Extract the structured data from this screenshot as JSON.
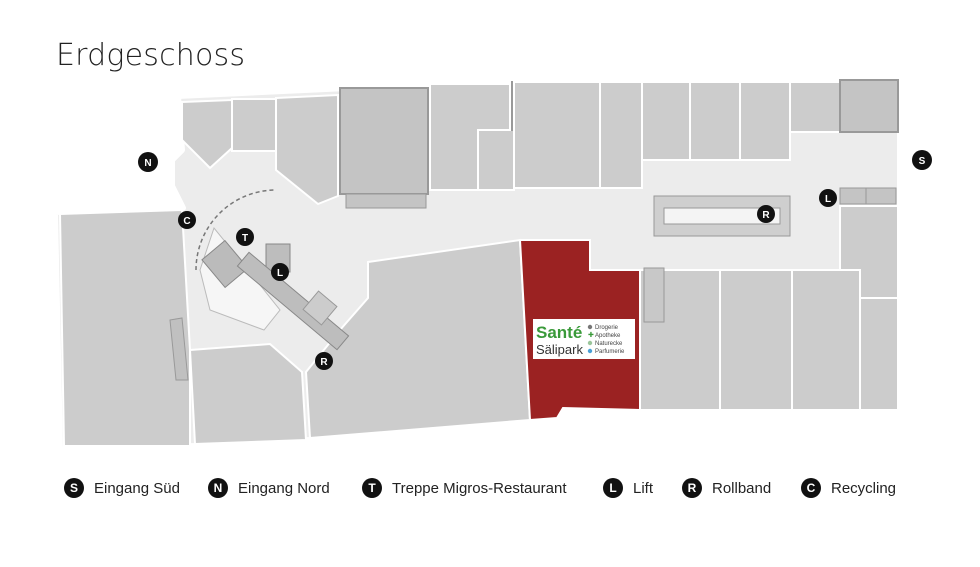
{
  "floor_title": "Erdgeschoss",
  "markers": {
    "S": "S",
    "N": "N",
    "T": "T",
    "L": "L",
    "R": "R",
    "C": "C"
  },
  "store": {
    "name_line1": "Santé",
    "name_line2": "Sälipark",
    "services": [
      "Drogerie",
      "Apotheke",
      "Naturecke",
      "Parfumerie"
    ],
    "highlight_color": "#9b2222",
    "brand_green": "#3a9a3a"
  },
  "legend": [
    {
      "letter": "S",
      "label": "Eingang Süd"
    },
    {
      "letter": "N",
      "label": "Eingang Nord"
    },
    {
      "letter": "T",
      "label": "Treppe Migros-Restaurant"
    },
    {
      "letter": "L",
      "label": "Lift"
    },
    {
      "letter": "R",
      "label": "Rollband"
    },
    {
      "letter": "C",
      "label": "Recycling"
    }
  ],
  "colors": {
    "unit_fill": "#cfcfcf",
    "corridor_fill": "#eeeeee",
    "outline": "#e6e6e6"
  }
}
